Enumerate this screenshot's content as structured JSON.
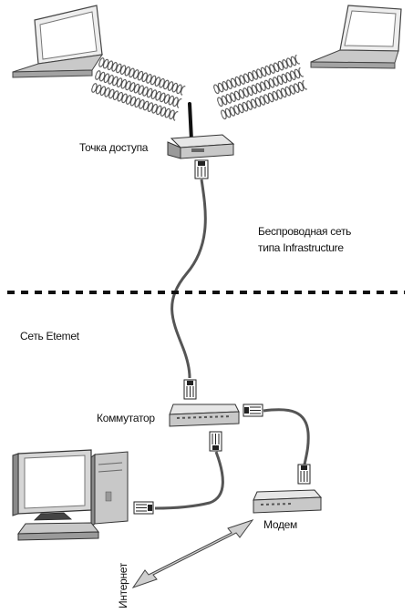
{
  "labels": {
    "access_point": "Точка доступа",
    "wireless_line1": "Беспроводная сеть",
    "wireless_line2": "типа Infrastructure",
    "ethernet": "Сеть Etemet",
    "switch": "Коммутатор",
    "modem": "Модем",
    "internet": "Интернет"
  },
  "icons": {
    "laptop": "laptop-icon",
    "access_point": "access-point-icon",
    "switch": "switch-icon",
    "modem": "modem-icon",
    "desktop": "desktop-computer-icon",
    "connector": "rj45-connector-icon",
    "wireless": "wireless-signal-icon",
    "arrow": "double-arrow-icon"
  },
  "colors": {
    "device_light": "#e6e6e6",
    "device_mid": "#c8c8c8",
    "device_dark": "#8a8a8a",
    "outline": "#333333",
    "cable": "#555555",
    "divider": "#111111"
  }
}
